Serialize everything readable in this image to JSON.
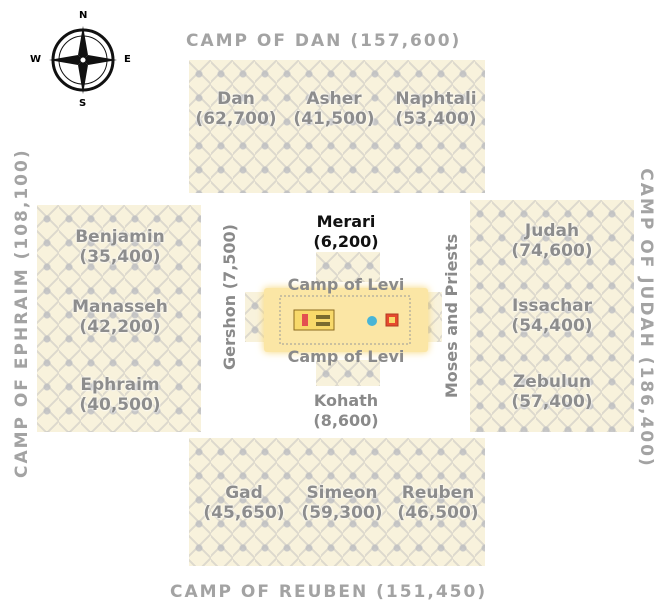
{
  "camps": {
    "dan": "CAMP OF DAN (157,600)",
    "ephraim": "CAMP OF EPHRAIM (108,100)",
    "judah": "CAMP OF JUDAH (186,400)",
    "reuben": "CAMP OF REUBEN (151,450)"
  },
  "compass": {
    "north": "N",
    "south": "S",
    "east": "E",
    "west": "W"
  },
  "tribes": {
    "dan": {
      "name": "Dan",
      "count": "(62,700)"
    },
    "asher": {
      "name": "Asher",
      "count": "(41,500)"
    },
    "naphtali": {
      "name": "Naphtali",
      "count": "(53,400)"
    },
    "benjamin": {
      "name": "Benjamin",
      "count": "(35,400)"
    },
    "manasseh": {
      "name": "Manasseh",
      "count": "(42,200)"
    },
    "ephraim": {
      "name": "Ephraim",
      "count": "(40,500)"
    },
    "judah": {
      "name": "Judah",
      "count": "(74,600)"
    },
    "issachar": {
      "name": "Issachar",
      "count": "(54,400)"
    },
    "zebulun": {
      "name": "Zebulun",
      "count": "(57,400)"
    },
    "gad": {
      "name": "Gad",
      "count": "(45,650)"
    },
    "simeon": {
      "name": "Simeon",
      "count": "(59,300)"
    },
    "reuben": {
      "name": "Reuben",
      "count": "(46,500)"
    }
  },
  "levites": {
    "merari": {
      "name": "Merari",
      "count": "(6,200)"
    },
    "gershon": {
      "name": "Gershon",
      "count": "(7,500)"
    },
    "kohath": {
      "name": "Kohath",
      "count": "(8,600)"
    },
    "moses": {
      "name": "Moses and Priests"
    },
    "camp_top": "Camp of Levi",
    "camp_bottom": "Camp of Levi"
  }
}
